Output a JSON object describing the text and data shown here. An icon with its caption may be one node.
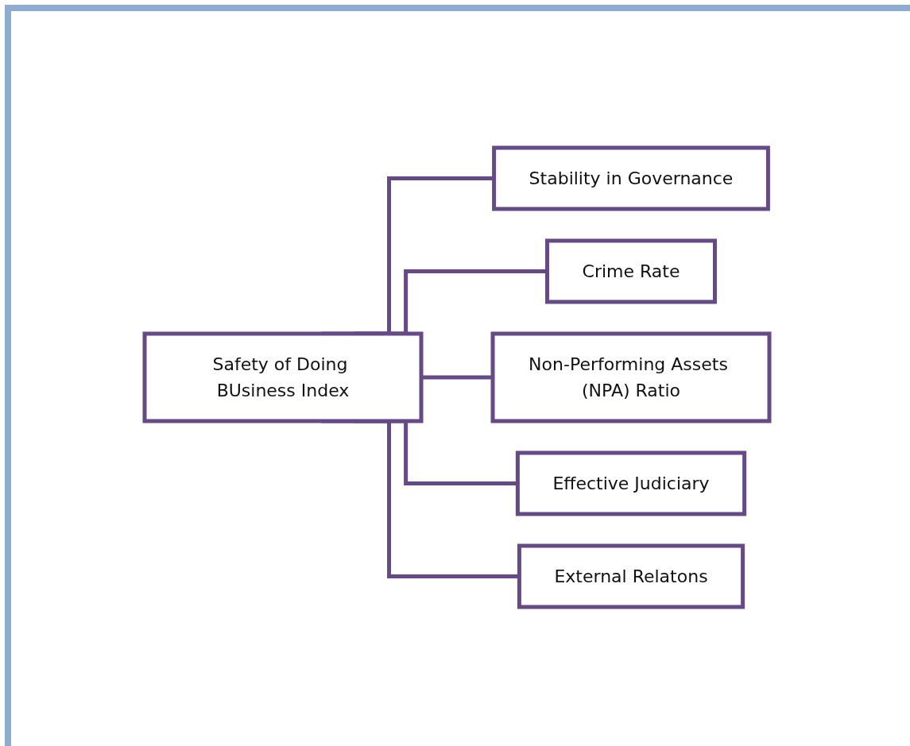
{
  "diagram": {
    "nodes": [
      {
        "text": [
          "Safety of Doing BUsiness Index"
        ]
      },
      {
        "text": [
          "Stability in Governance"
        ]
      },
      {
        "text": [
          "Crime Rate"
        ]
      },
      {
        "text": [
          "Non-Performing Assets (NPA) Ratio"
        ]
      },
      {
        "text": [
          "Effective Judiciary"
        ]
      },
      {
        "text": [
          "External Relatons"
        ]
      }
    ],
    "edges": [
      {
        "from": 0,
        "to": 1,
        "arrow": "none"
      },
      {
        "from": 0,
        "to": 2,
        "arrow": "none"
      },
      {
        "from": 0,
        "to": 3,
        "arrow": "none"
      },
      {
        "from": 0,
        "to": 4,
        "arrow": "none"
      },
      {
        "from": 0,
        "to": 5,
        "arrow": "none"
      }
    ]
  }
}
